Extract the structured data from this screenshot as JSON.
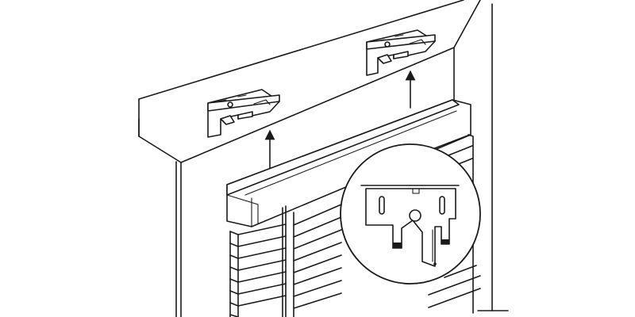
{
  "diagram": {
    "elements": [
      "ceiling",
      "wall",
      "mounting-bracket-left",
      "mounting-bracket-right",
      "headrail",
      "blind-slats",
      "detail-magnifier"
    ],
    "colors": {
      "line": "#1a1a1a",
      "background": "#ffffff"
    },
    "icons": [
      "arrow-up-icon"
    ]
  }
}
